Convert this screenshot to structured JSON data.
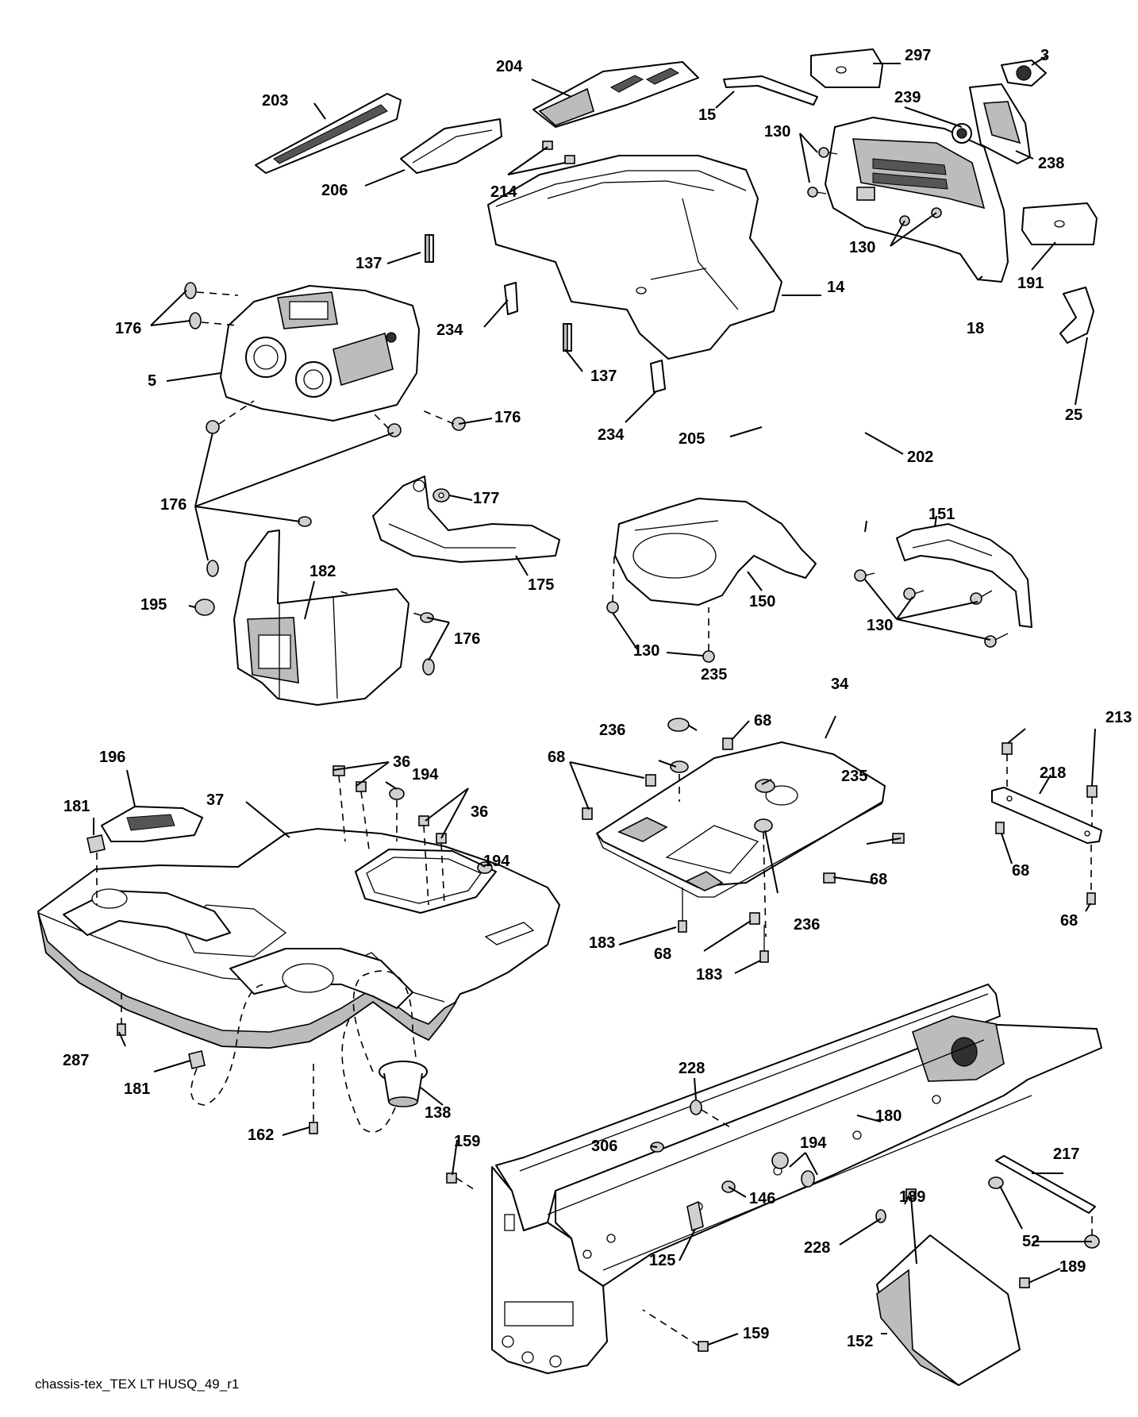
{
  "caption": "chassis-tex_TEX LT HUSQ_49_r1",
  "callouts": {
    "c3": "3",
    "c5": "5",
    "c14": "14",
    "c15": "15",
    "c18": "18",
    "c25": "25",
    "c34": "34",
    "c36a": "36",
    "c36b": "36",
    "c37": "37",
    "c52": "52",
    "c68a": "68",
    "c68b": "68",
    "c68c": "68",
    "c68d": "68",
    "c68e": "68",
    "c68f": "68",
    "c125": "125",
    "c130a": "130",
    "c130b": "130",
    "c130c": "130",
    "c130d": "130",
    "c137a": "137",
    "c137b": "137",
    "c138": "138",
    "c146": "146",
    "c150": "150",
    "c151": "151",
    "c152": "152",
    "c159a": "159",
    "c159b": "159",
    "c162": "162",
    "c175": "175",
    "c176a": "176",
    "c176b": "176",
    "c176c": "176",
    "c176d": "176",
    "c177": "177",
    "c180": "180",
    "c181a": "181",
    "c181b": "181",
    "c182": "182",
    "c183a": "183",
    "c183b": "183",
    "c189a": "189",
    "c189b": "189",
    "c191": "191",
    "c194a": "194",
    "c194b": "194",
    "c194c": "194",
    "c195": "195",
    "c196": "196",
    "c202": "202",
    "c203": "203",
    "c204": "204",
    "c205": "205",
    "c206": "206",
    "c213": "213",
    "c214": "214",
    "c217": "217",
    "c218": "218",
    "c228a": "228",
    "c228b": "228",
    "c234a": "234",
    "c234b": "234",
    "c235a": "235",
    "c235b": "235",
    "c236a": "236",
    "c236b": "236",
    "c238": "238",
    "c239": "239",
    "c287": "287",
    "c297": "297",
    "c306": "306"
  }
}
